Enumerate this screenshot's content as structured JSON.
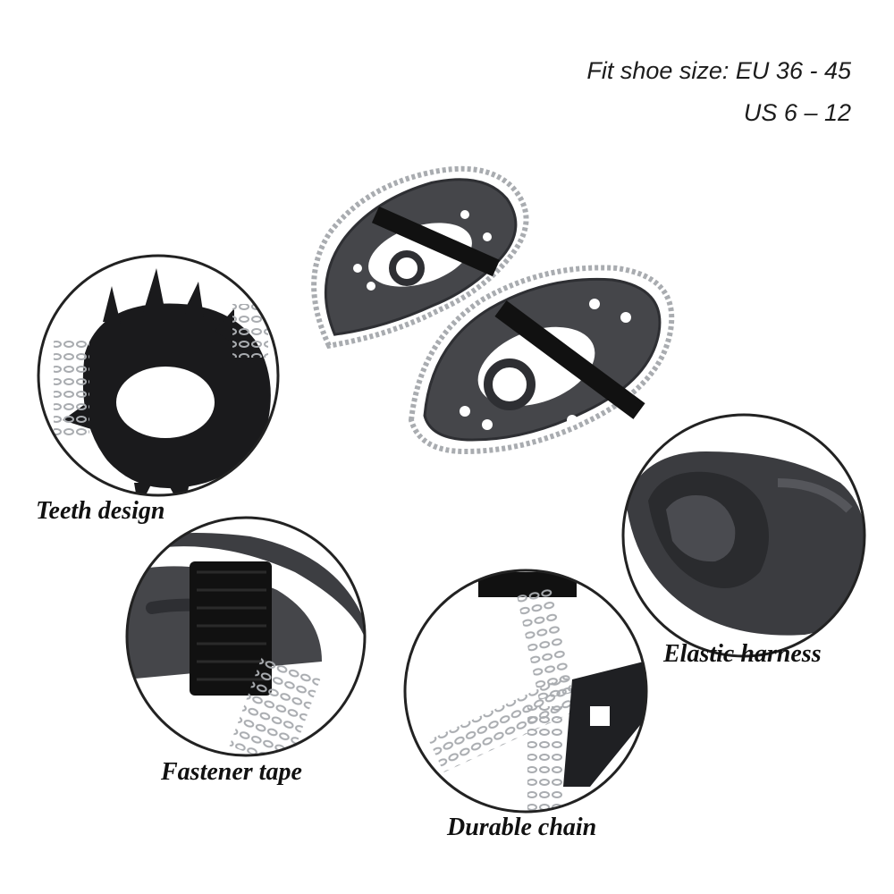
{
  "product": {
    "size_eu": "Fit shoe size: EU 36 - 45",
    "size_us": "US 6 – 12"
  },
  "features": {
    "teeth": "Teeth design",
    "fastener": "Fastener tape",
    "chain": "Durable chain",
    "harness": "Elastic harness"
  },
  "colors": {
    "rubber": "#45464a",
    "rubber_dark": "#2e2f33",
    "strap": "#111111",
    "chain": "#a9acb0",
    "circle_border": "#222222"
  }
}
